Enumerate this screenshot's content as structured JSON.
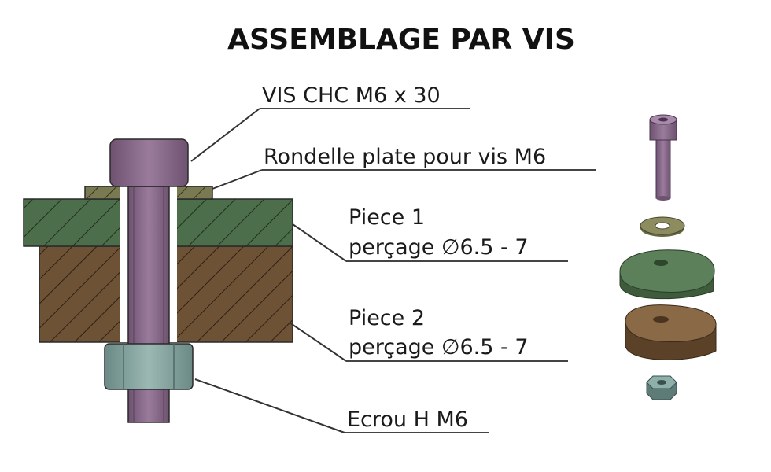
{
  "title": "ASSEMBLAGE PAR VIS",
  "labels": {
    "screw": "VIS CHC M6 x 30",
    "washer": "Rondelle plate pour vis M6",
    "part1_name": "Piece 1",
    "part1_drill": "perçage ∅6.5 - 7",
    "part2_name": "Piece 2",
    "part2_drill": "perçage ∅6.5 - 7",
    "nut": "Ecrou H M6"
  },
  "colors": {
    "screw": "#8a6a8c",
    "washer": "#7a7a52",
    "part1": "#4d6e4a",
    "part2": "#6e5236",
    "nut": "#7d9c97"
  }
}
